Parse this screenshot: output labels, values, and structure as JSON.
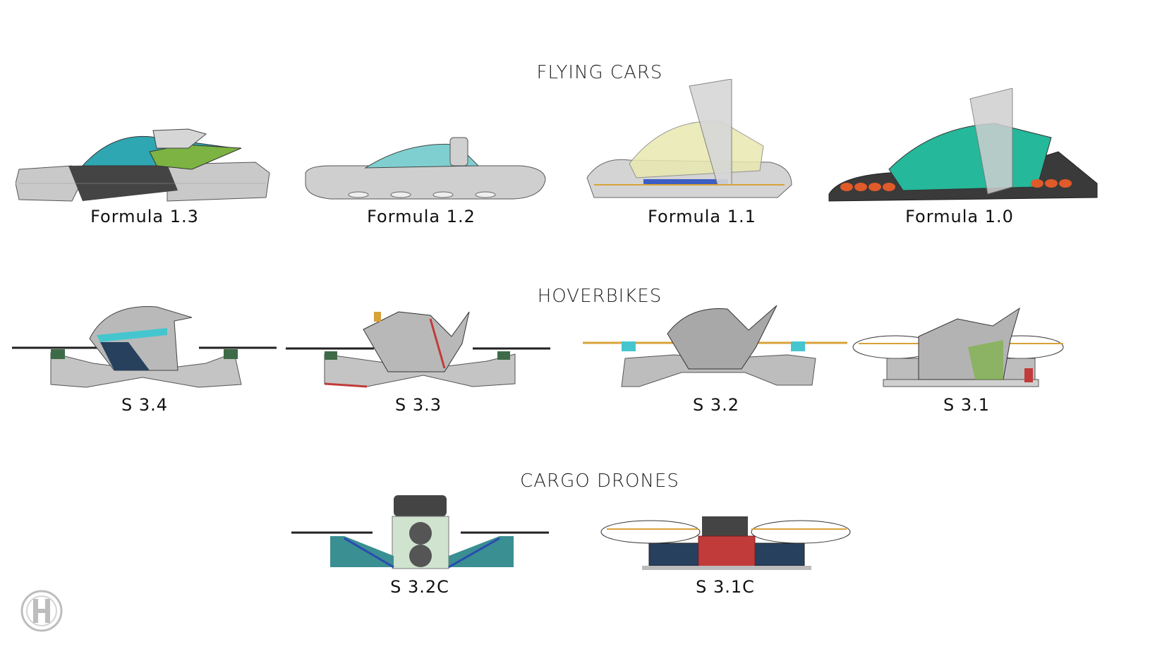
{
  "sections": {
    "flying_cars": {
      "title": "FLYING CARS",
      "items": [
        "Formula 1.3",
        "Formula 1.2",
        "Formula 1.1",
        "Formula 1.0"
      ]
    },
    "hoverbikes": {
      "title": "HOVERBIKES",
      "items": [
        "S 3.4",
        "S 3.3",
        "S 3.2",
        "S 3.1"
      ]
    },
    "cargo_drones": {
      "title": "CARGO DRONES",
      "items": [
        "S 3.2C",
        "S 3.1C"
      ]
    }
  },
  "logo": {
    "icon": "h-circle-logo-icon"
  },
  "colors": {
    "body_grey": "#bdbdbd",
    "canopy_teal": "#5fc8c8",
    "accent_red": "#c23b3b",
    "prop_gold": "#d8a23a",
    "dark": "#3a3a3a"
  }
}
